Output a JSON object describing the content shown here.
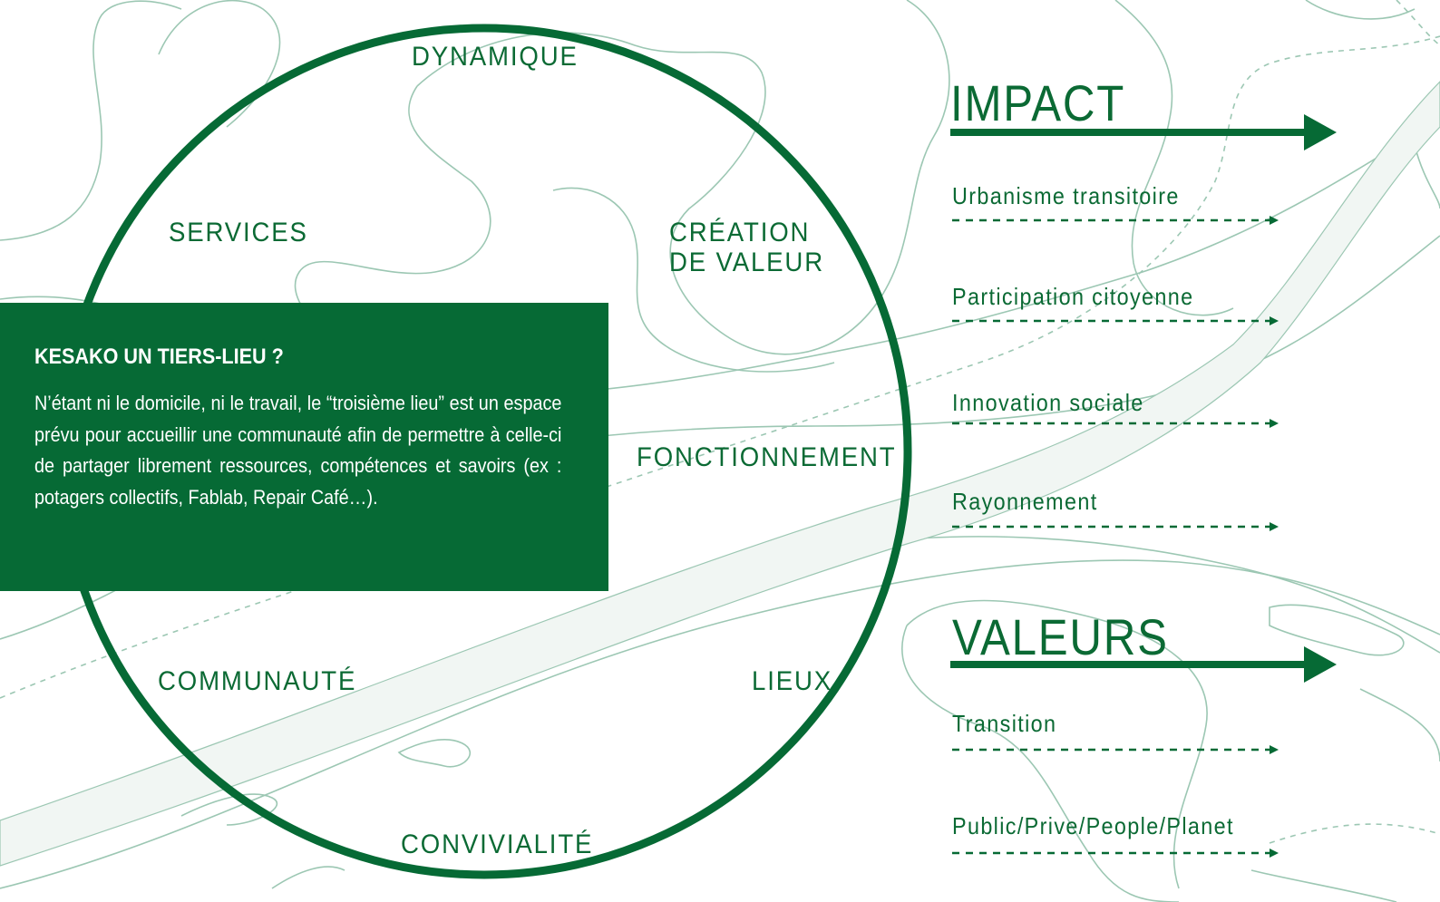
{
  "colors": {
    "brand_green": "#066a35",
    "line_green": "#0b6a34",
    "contour": "#9cc7b3"
  },
  "circle_labels": {
    "top": "DYNAMIQUE",
    "upper_left": "SERVICES",
    "upper_right_1": "CRÉATION",
    "upper_right_2": "DE VALEUR",
    "right": "FONCTIONNEMENT",
    "lower_left": "COMMUNAUTÉ",
    "lower_right": "LIEUX",
    "bottom": "CONVIVIALITÉ"
  },
  "info_box": {
    "title": "KESAKO UN TIERS-LIEU ?",
    "body": "N’étant ni le domicile, ni le travail, le “troisième lieu” est un espace prévu pour accueillir une communauté afin de permettre à celle-ci de partager librement ressources, compétences et savoirs (ex : potagers collectifs, Fablab, Repair Café…)."
  },
  "impact": {
    "heading": "IMPACT",
    "items": [
      "Urbanisme transitoire",
      "Participation citoyenne",
      "Innovation sociale",
      "Rayonnement"
    ]
  },
  "valeurs": {
    "heading": "VALEURS",
    "items": [
      "Transition",
      "Public/Prive/People/Planet"
    ]
  }
}
